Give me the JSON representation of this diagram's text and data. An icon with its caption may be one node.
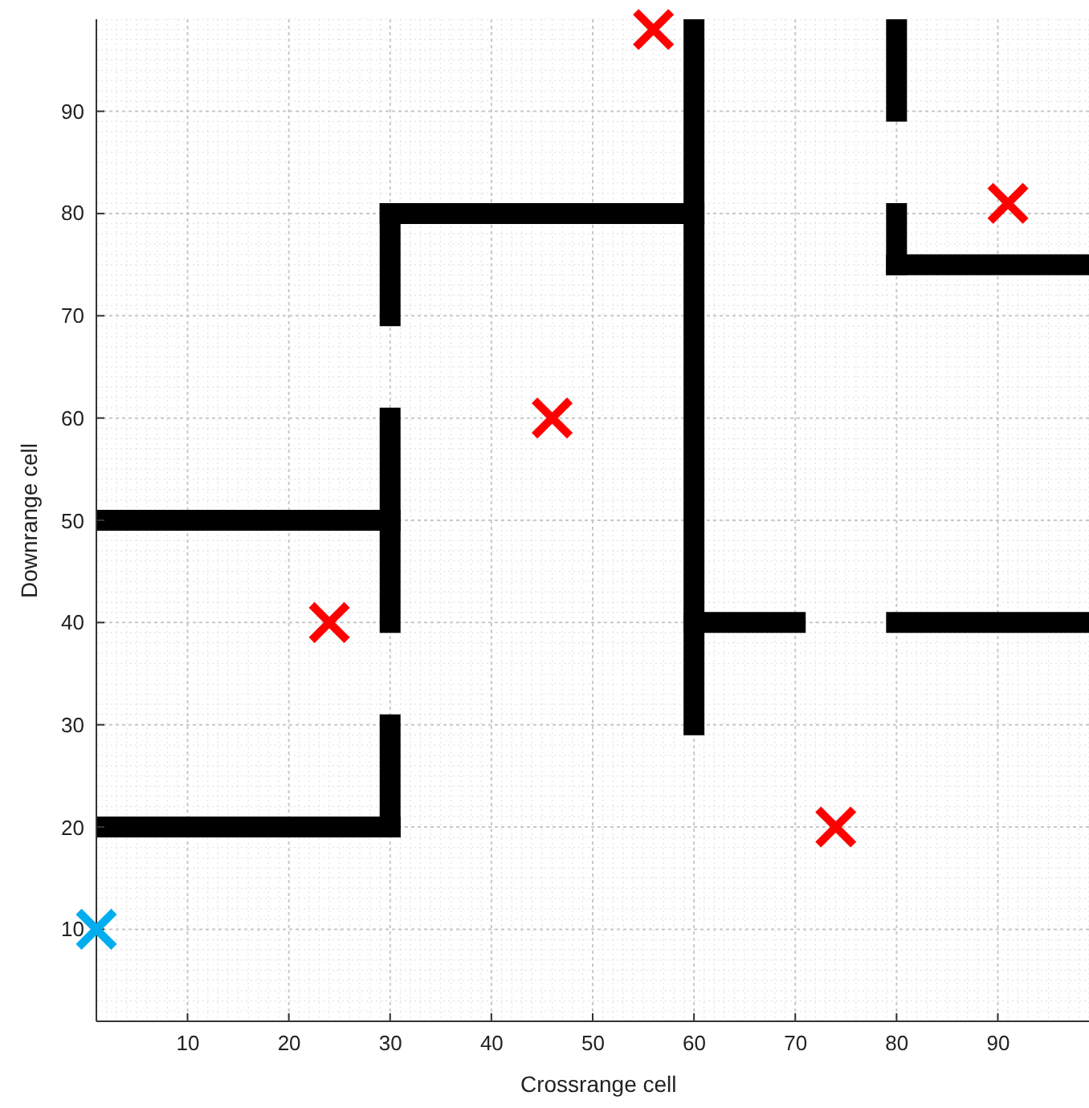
{
  "diagram": {
    "chart_data": {
      "type": "scatter",
      "xlabel": "Crossrange cell",
      "ylabel": "Downrange cell",
      "xlim": [
        1,
        99
      ],
      "ylim": [
        1,
        99
      ],
      "grid": true,
      "xticks": [
        10,
        20,
        30,
        40,
        50,
        60,
        70,
        80,
        90
      ],
      "yticks": [
        10,
        20,
        30,
        40,
        50,
        60,
        70,
        80,
        90
      ],
      "series": [
        {
          "type": "line",
          "color": "#000000",
          "x": [
            60,
            60
          ],
          "values": [
            30,
            99
          ]
        },
        {
          "type": "line",
          "color": "#000000",
          "x": [
            30,
            60
          ],
          "values": [
            80,
            80
          ]
        },
        {
          "type": "line",
          "color": "#000000",
          "x": [
            30,
            30
          ],
          "values": [
            70,
            80
          ]
        },
        {
          "type": "line",
          "color": "#000000",
          "x": [
            30,
            30
          ],
          "values": [
            40,
            60
          ]
        },
        {
          "type": "line",
          "color": "#000000",
          "x": [
            1,
            30
          ],
          "values": [
            50,
            50
          ]
        },
        {
          "type": "line",
          "color": "#000000",
          "x": [
            30,
            30
          ],
          "values": [
            20,
            30
          ]
        },
        {
          "type": "line",
          "color": "#000000",
          "x": [
            1,
            30
          ],
          "values": [
            20,
            20
          ]
        },
        {
          "type": "line",
          "color": "#000000",
          "x": [
            60,
            70
          ],
          "values": [
            40,
            40
          ]
        },
        {
          "type": "line",
          "color": "#000000",
          "x": [
            80,
            99
          ],
          "values": [
            40,
            40
          ]
        },
        {
          "type": "line",
          "color": "#000000",
          "x": [
            80,
            80
          ],
          "values": [
            90,
            99
          ]
        },
        {
          "type": "line",
          "color": "#000000",
          "x": [
            80,
            80
          ],
          "values": [
            75,
            80
          ]
        },
        {
          "type": "line",
          "color": "#000000",
          "x": [
            80,
            99
          ],
          "values": [
            75,
            75
          ]
        },
        {
          "color": "#ff0000",
          "x": [
            56,
            91,
            46,
            24,
            74
          ],
          "values": [
            98,
            81,
            60,
            40,
            20
          ]
        },
        {
          "color": "#00aeef",
          "x": [
            1
          ],
          "values": [
            10
          ]
        }
      ]
    }
  }
}
